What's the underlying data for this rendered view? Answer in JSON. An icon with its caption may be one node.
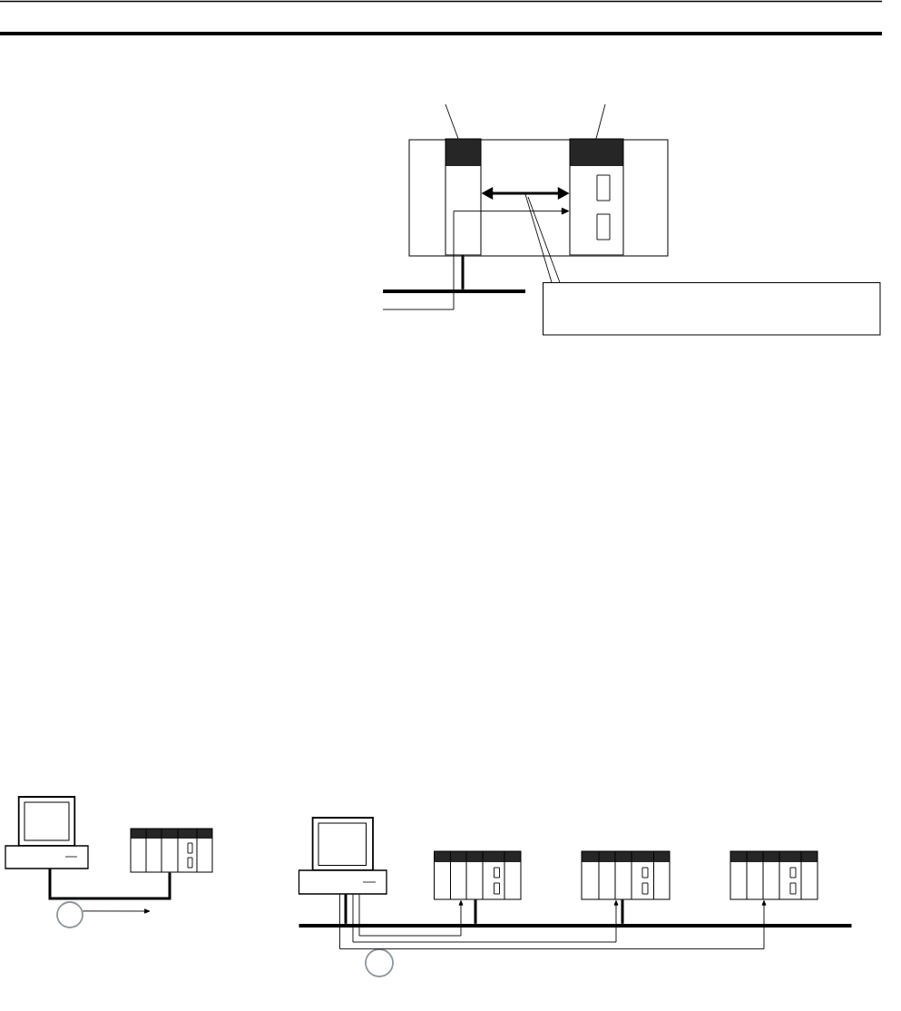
{
  "diagram": {
    "nodes": [
      {
        "text": [],
        "shape": "box"
      },
      {
        "text": [],
        "shape": "box",
        "in": 0
      },
      {
        "text": [],
        "shape": "box",
        "in": 0
      },
      {
        "text": [],
        "shape": "box"
      },
      {
        "text": [],
        "shape": "bar"
      },
      {
        "text": [],
        "shape": "picture"
      },
      {
        "text": [],
        "shape": "box"
      },
      {
        "text": [],
        "shape": "circle"
      },
      {
        "text": [],
        "shape": "picture"
      },
      {
        "text": [],
        "shape": "bar"
      },
      {
        "text": [],
        "shape": "box"
      },
      {
        "text": [],
        "shape": "box"
      },
      {
        "text": [],
        "shape": "box"
      },
      {
        "text": [],
        "shape": "circle"
      }
    ],
    "edges": [
      {
        "from": 1,
        "to": 2,
        "arrow": "both",
        "style": "thick"
      },
      {
        "from": null,
        "to": 2,
        "arrow": "to"
      },
      {
        "from": 3,
        "to": null,
        "arrow": "none"
      },
      {
        "from": 3,
        "to": null,
        "arrow": "none"
      },
      {
        "from": null,
        "to": 1,
        "arrow": "none"
      },
      {
        "from": null,
        "to": 2,
        "arrow": "none"
      },
      {
        "from": 1,
        "to": 4,
        "arrow": "none",
        "style": "thick"
      },
      {
        "from": 5,
        "to": 6,
        "arrow": "none",
        "style": "thick"
      },
      {
        "from": 7,
        "to": null,
        "arrow": "to"
      },
      {
        "from": 8,
        "to": 9,
        "arrow": "none",
        "style": "thick"
      },
      {
        "from": 10,
        "to": 9,
        "arrow": "none",
        "style": "thick"
      },
      {
        "from": 11,
        "to": 9,
        "arrow": "none",
        "style": "thick"
      },
      {
        "from": 8,
        "to": 10,
        "arrow": "to"
      },
      {
        "from": 8,
        "to": 11,
        "arrow": "to"
      },
      {
        "from": 8,
        "to": 12,
        "arrow": "to"
      }
    ]
  }
}
